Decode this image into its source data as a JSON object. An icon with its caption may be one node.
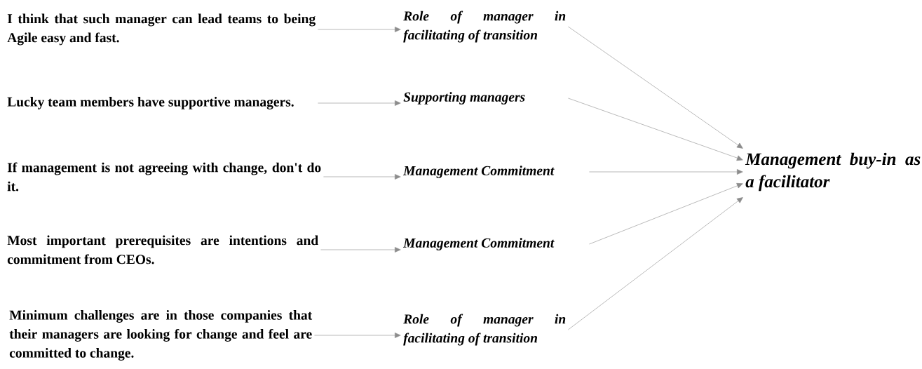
{
  "diagram": {
    "nodes": [
      {
        "text": [
          "I think that such manager can lead teams to being Agile easy and fast."
        ]
      },
      {
        "text": [
          "Lucky team members have supportive managers."
        ]
      },
      {
        "text": [
          "If management is not agreeing with change, don't do it."
        ]
      },
      {
        "text": [
          "Most important prerequisites are intentions and commitment from CEOs."
        ]
      },
      {
        "text": [
          "Minimum challenges are in those companies that their managers are looking for change and feel are committed to change."
        ]
      },
      {
        "text": [
          "Role of manager in facilitating of transition"
        ]
      },
      {
        "text": [
          "Supporting managers"
        ]
      },
      {
        "text": [
          "Management Commitment"
        ]
      },
      {
        "text": [
          "Management Commitment"
        ]
      },
      {
        "text": [
          "Role of manager in facilitating of transition"
        ]
      },
      {
        "text": [
          "Management buy-in as a facilitator"
        ]
      }
    ],
    "edges": [
      {
        "from": 0,
        "to": 5,
        "arrow": "to"
      },
      {
        "from": 1,
        "to": 6,
        "arrow": "to"
      },
      {
        "from": 2,
        "to": 7,
        "arrow": "to"
      },
      {
        "from": 3,
        "to": 8,
        "arrow": "to"
      },
      {
        "from": 4,
        "to": 9,
        "arrow": "to"
      },
      {
        "from": 5,
        "to": 10,
        "arrow": "to"
      },
      {
        "from": 6,
        "to": 10,
        "arrow": "to"
      },
      {
        "from": 7,
        "to": 10,
        "arrow": "to"
      },
      {
        "from": 8,
        "to": 10,
        "arrow": "to"
      },
      {
        "from": 9,
        "to": 10,
        "arrow": "to"
      }
    ]
  }
}
